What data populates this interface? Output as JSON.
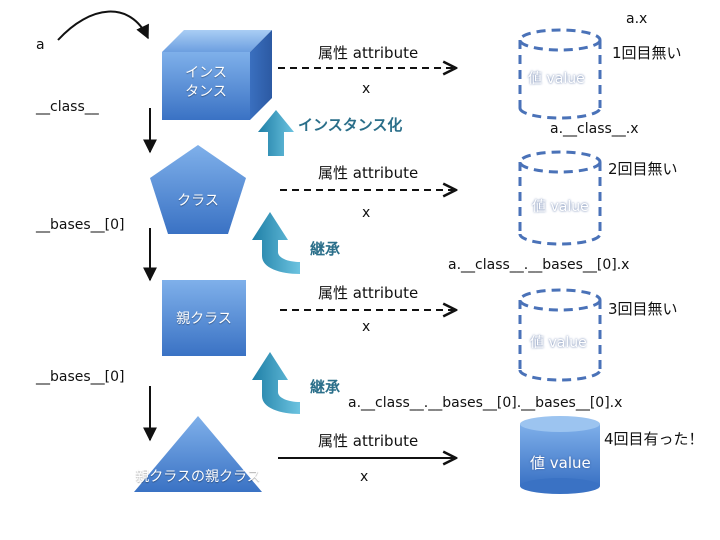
{
  "objects": {
    "instance": "インス\nタンス",
    "class": "クラス",
    "parent": "親クラス",
    "grandparent": "親クラスの親クラス"
  },
  "left_labels": {
    "a": "a",
    "class_attr": "__class__",
    "bases_1": "__bases__[0]",
    "bases_2": "__bases__[0]"
  },
  "relations": {
    "instance_of": "インスタンス化",
    "inherit_1": "継承",
    "inherit_2": "継承"
  },
  "rows": [
    {
      "attr_label": "属性 attribute",
      "name": "x",
      "expr": "a.x",
      "value": "値 value",
      "result": "1回目無い"
    },
    {
      "attr_label": "属性 attribute",
      "name": "x",
      "expr": "a.__class__.x",
      "value": "値 value",
      "result": "2回目無い"
    },
    {
      "attr_label": "属性 attribute",
      "name": "x",
      "expr": "a.__class__.__bases__[0].x",
      "value": "値 value",
      "result": "3回目無い"
    },
    {
      "attr_label": "属性 attribute",
      "name": "x",
      "expr": "a.__class__.__bases__[0].__bases__[0].x",
      "value": "値 value",
      "result": "4回目有った！"
    }
  ],
  "colors": {
    "shape_blue": "#4f86cf",
    "dash_blue": "#4a72b8",
    "teal_arrow": "#2f8fb0"
  }
}
